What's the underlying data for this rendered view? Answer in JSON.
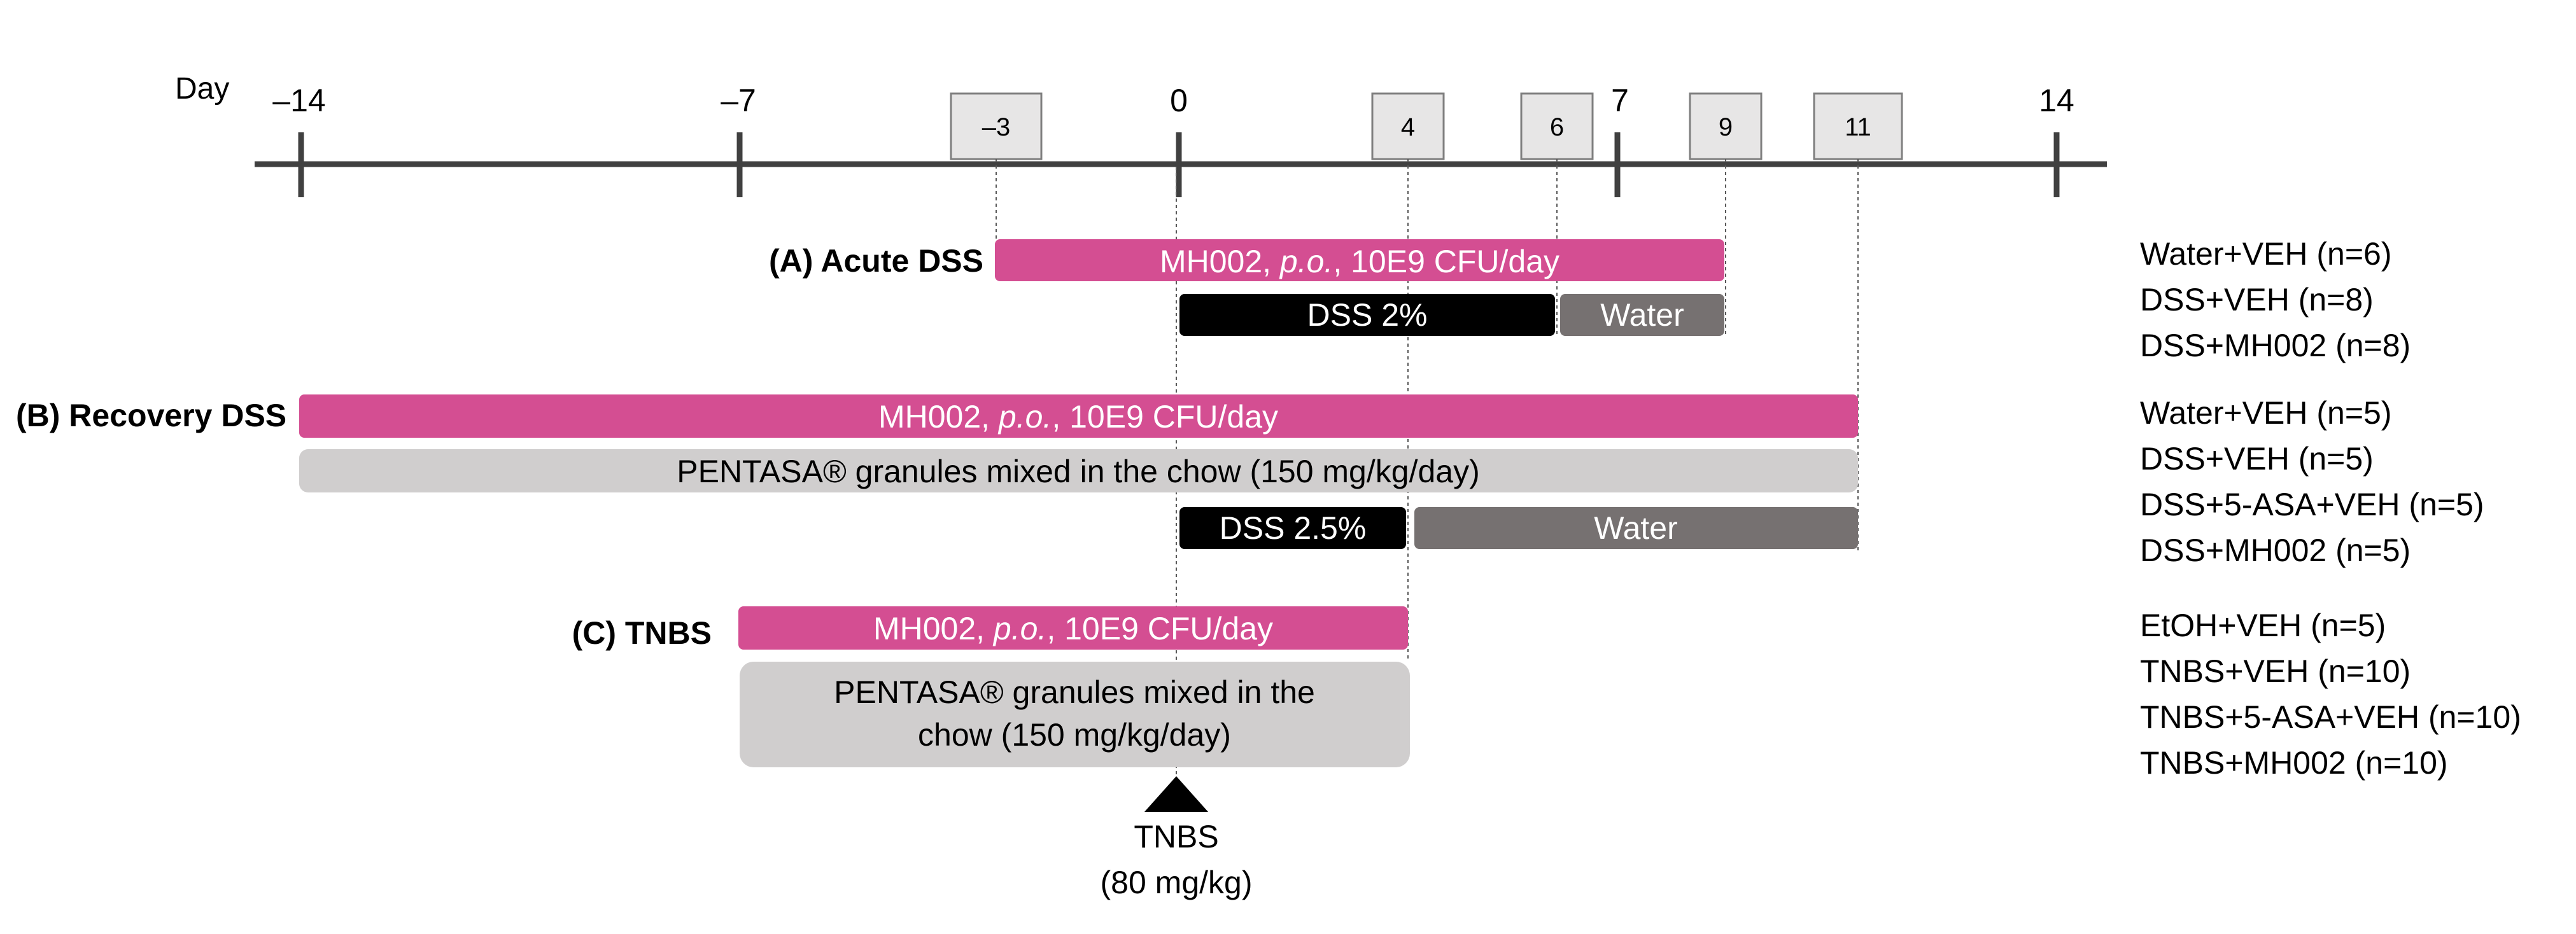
{
  "timeline": {
    "axis_label": "Day",
    "major_ticks": [
      "–14",
      "–7",
      "0",
      "7",
      "14"
    ],
    "boxed_days": [
      "–3",
      "4",
      "6",
      "9",
      "11"
    ]
  },
  "panel_a": {
    "label": "(A) Acute DSS",
    "mh002_bar": {
      "prefix": "MH002, ",
      "route": "p.o.",
      "suffix": ", 10E9 CFU/day"
    },
    "dss_bar": "DSS 2%",
    "water_bar": "Water",
    "groups": [
      "Water+VEH (n=6)",
      "DSS+VEH (n=8)",
      "DSS+MH002 (n=8)"
    ]
  },
  "panel_b": {
    "label": "(B) Recovery DSS",
    "mh002_bar": {
      "prefix": "MH002, ",
      "route": "p.o.",
      "suffix": ", 10E9 CFU/day"
    },
    "pentasa_bar": "PENTASA® granules mixed in the chow (150 mg/kg/day)",
    "dss_bar": "DSS 2.5%",
    "water_bar": "Water",
    "groups": [
      "Water+VEH (n=5)",
      "DSS+VEH (n=5)",
      "DSS+5-ASA+VEH (n=5)",
      "DSS+MH002 (n=5)"
    ]
  },
  "panel_c": {
    "label": "(C) TNBS",
    "mh002_bar": {
      "prefix": "MH002, ",
      "route": "p.o.",
      "suffix": ", 10E9 CFU/day"
    },
    "pentasa_bar_line1": "PENTASA® granules mixed in the",
    "pentasa_bar_line2": "chow (150 mg/kg/day)",
    "tnbs_marker_line1": "TNBS",
    "tnbs_marker_line2": "(80 mg/kg)",
    "groups": [
      "EtOH+VEH (n=5)",
      "TNBS+VEH (n=10)",
      "TNBS+5-ASA+VEH (n=10)",
      "TNBS+MH002 (n=10)"
    ]
  },
  "colors": {
    "mh002": "#D44E92",
    "dss": "#000000",
    "water": "#767171",
    "pentasa": "#D0CECE",
    "axis": "#404040",
    "day_box": "#E7E6E6"
  }
}
